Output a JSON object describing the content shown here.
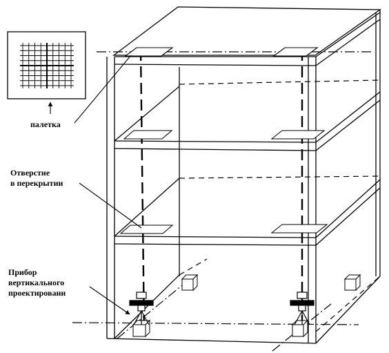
{
  "labels": {
    "palette": "палетка",
    "opening": [
      "Отверстие",
      "в перекрытии"
    ],
    "device": [
      "Прибор",
      "вертикального",
      "проектировани"
    ]
  },
  "colors": {
    "ink": "#000000",
    "paper": "#ffffff"
  }
}
